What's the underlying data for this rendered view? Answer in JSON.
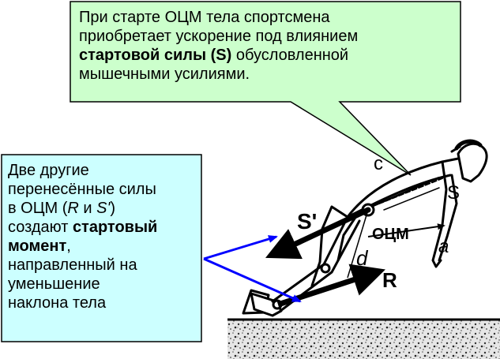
{
  "top_callout": {
    "line1": "При старте ОЦМ тела спортсмена",
    "line2": "приобретает ускорение под влиянием",
    "line3_bold": "стартовой силы (S)",
    "line3_rest": " обусловленной",
    "line4": "мышечными усилиями."
  },
  "left_callout": {
    "line1": "Две другие",
    "line2": "перенесённые силы",
    "line3_a": "в ОЦМ (",
    "line3_R": "R",
    "line3_b": " и ",
    "line3_S": "S'",
    "line3_c": ")",
    "line4_a": "создают ",
    "line4_bold": "стартовый",
    "line5_bold": "момент",
    "line5_rest": ",",
    "line6": "направленный на",
    "line7": "уменьшение",
    "line8": "наклона тела"
  },
  "figure_labels": {
    "c": "c",
    "S": "S",
    "S_prime": "S'",
    "ocm": "ОЦМ",
    "a": "a",
    "d": "d",
    "R": "R"
  },
  "colors": {
    "top_callout_fill": "#ccffcc",
    "left_callout_fill": "#ccffff",
    "pointer_line": "#0000ff"
  }
}
